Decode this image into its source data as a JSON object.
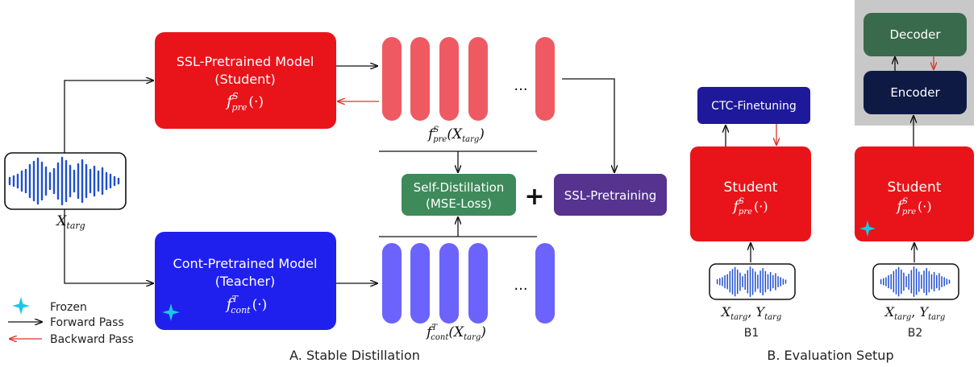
{
  "colors": {
    "student_red": "#e8141a",
    "teacher_blue": "#2020ee",
    "student_features": "#ef5a62",
    "teacher_features": "#6b63fb",
    "distill_green": "#3e8a5a",
    "ssl_purple": "#55338f",
    "ctc_navy": "#1d199a",
    "decoder_green": "#3a6a4c",
    "encoder_navy": "#0f1a44",
    "waveform_blue": "#1f4fd0",
    "frozen_star": "#19c8e6",
    "backward_red": "#d9352e",
    "panel_gray": "#c8c8c8"
  },
  "left": {
    "input_label": "X",
    "input_sub": "targ",
    "student_box": {
      "line1": "SSL-Pretrained Model",
      "line2": "(Student)",
      "fn": "f",
      "sup": "S",
      "sub": "pre",
      "arg": "(·)"
    },
    "teacher_box": {
      "line1": "Cont-Pretrained Model",
      "line2": "(Teacher)",
      "fn": "f",
      "sup": "T",
      "sub": "cont",
      "arg": "(·)"
    },
    "student_feat_label": {
      "fn": "f",
      "sup": "S",
      "sub": "pre",
      "open": "(X",
      "xsub": "targ",
      "close": ")"
    },
    "teacher_feat_label": {
      "fn": "f",
      "sup": "T",
      "sub": "cont",
      "open": "(X",
      "xsub": "targ",
      "close": ")"
    },
    "ellipsis": "...",
    "distill_box": {
      "line1": "Self-Distillation",
      "line2": "(MSE-Loss)"
    },
    "plus": "+",
    "ssl_box": "SSL-Pretraining",
    "legend": {
      "frozen": "Frozen",
      "forward": "Forward Pass",
      "backward": "Backward Pass"
    },
    "caption": "A.  Stable Distillation"
  },
  "right": {
    "ctc_box": "CTC-Finetuning",
    "decoder_box": "Decoder",
    "encoder_box": "Encoder",
    "student_b1": {
      "label": "Student",
      "fn": "f",
      "sup": "S",
      "sub": "pre",
      "arg": "(·)"
    },
    "student_b2": {
      "label": "Student",
      "fn": "f",
      "sup": "S",
      "sub": "pre",
      "arg": "(·)"
    },
    "io_label": {
      "x": "X",
      "xsub": "targ",
      "sep": ", ",
      "y": "Y",
      "ysub": "targ"
    },
    "b1_label": "B1",
    "b2_label": "B2",
    "caption": "B.  Evaluation Setup"
  }
}
